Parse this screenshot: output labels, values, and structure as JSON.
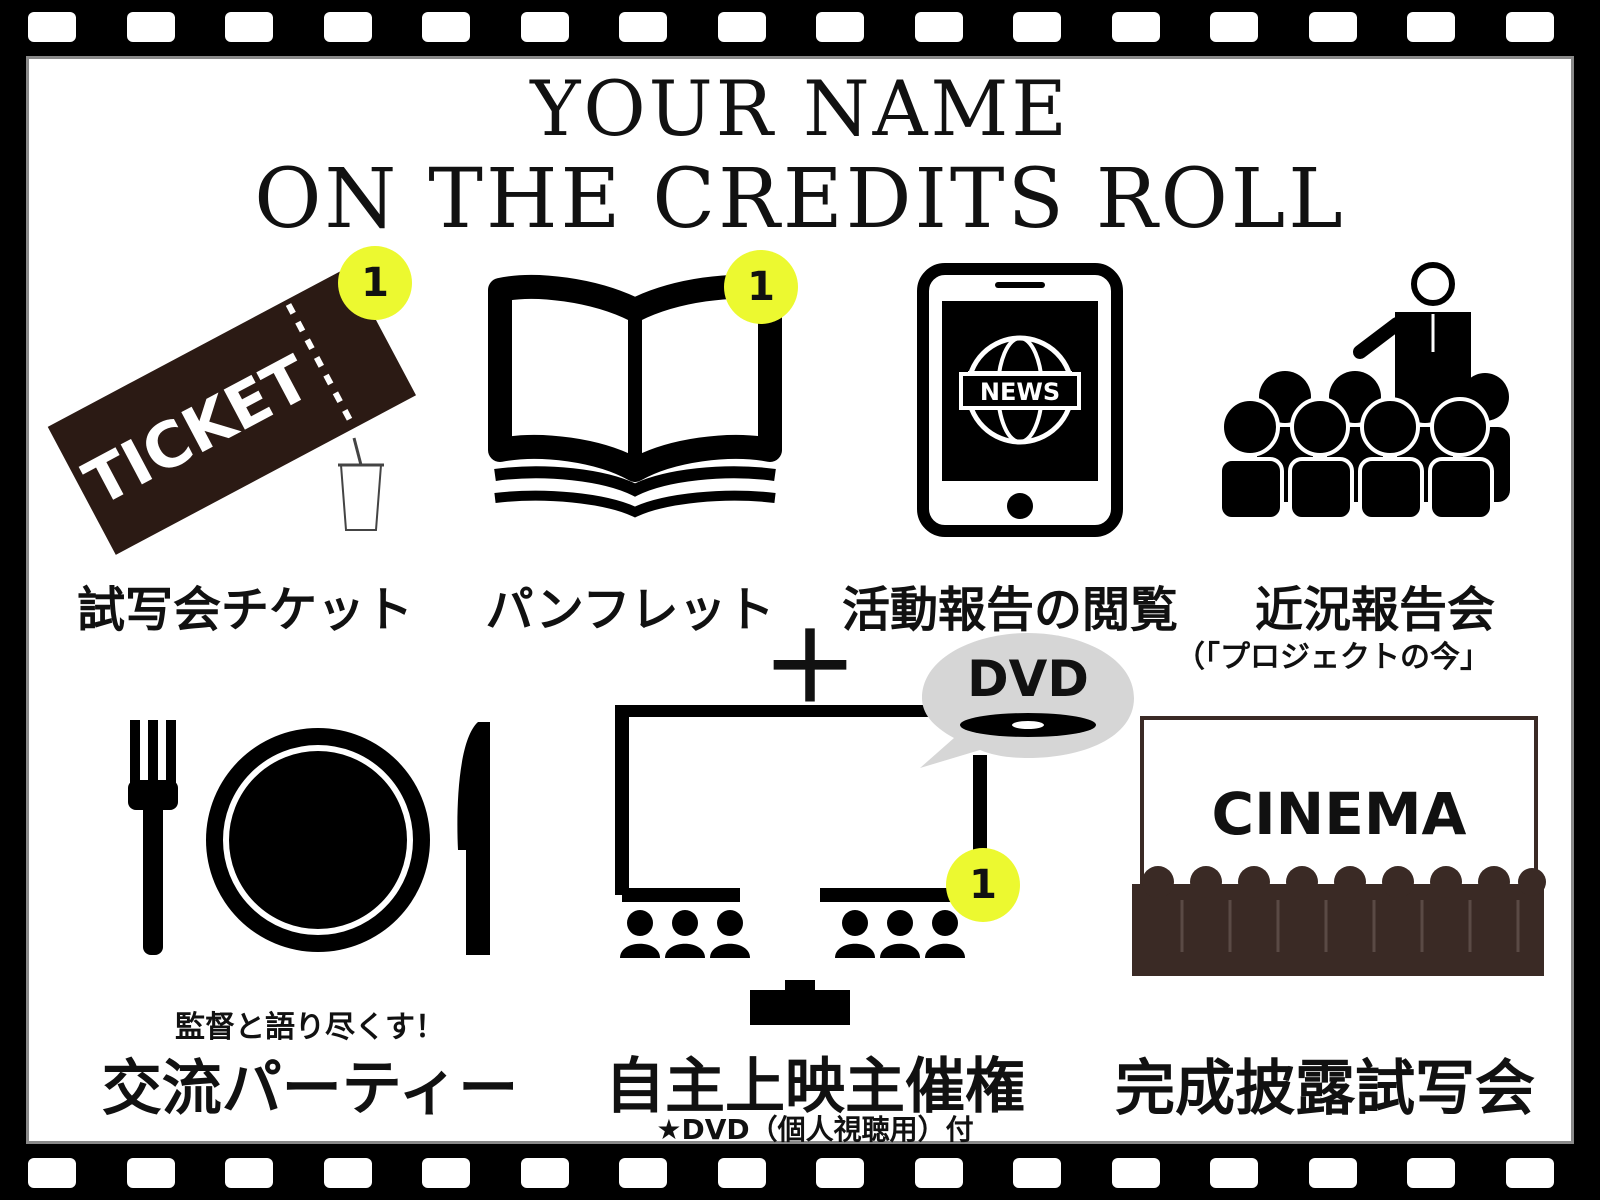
{
  "title": {
    "line1": "YOUR NAME",
    "line2": "ON THE CREDITS ROLL"
  },
  "icons": {
    "ticket": {
      "text": "TICKET",
      "badge": "1"
    },
    "pamphlet": {
      "badge": "1"
    },
    "news": {
      "text": "NEWS"
    },
    "screening": {
      "badge": "1"
    },
    "dvd": {
      "text": "DVD"
    },
    "cinema": {
      "text": "CINEMA"
    }
  },
  "labels": {
    "ticket": "試写会チケット",
    "pamphlet": "パンフレット",
    "activity_report": "活動報告の閲覧",
    "status_report": "近況報告会",
    "status_report_sub": "（「プロジェクトの今」",
    "plus": "＋",
    "party_sub": "監督と語り尽くす！",
    "party": "交流パーティー",
    "screening": "自主上映主催権",
    "screening_sub": "★DVD（個人視聴用）付",
    "premiere": "完成披露試写会"
  },
  "colors": {
    "badge": "#ecf930",
    "ticket": "#2b1a14",
    "cinema_seats": "#3a2a25"
  }
}
